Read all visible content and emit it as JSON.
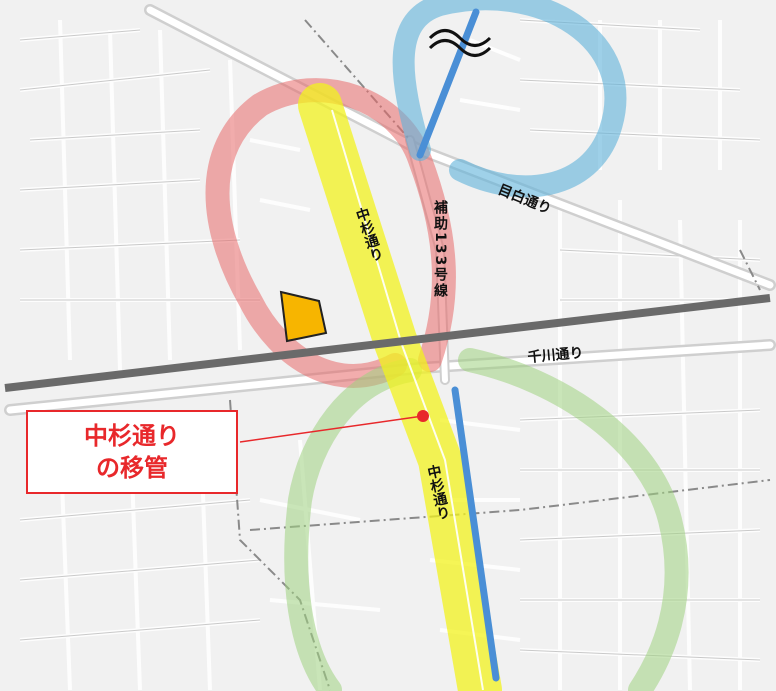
{
  "labels": {
    "mejiro": "目白通り",
    "nakasugi_upper": "中杉通り",
    "hojo133": "補助133号線",
    "senkawa": "千川通り",
    "nakasugi_lower": "中杉通り"
  },
  "callout": {
    "line1": "中杉通り",
    "line2": "の移管"
  },
  "colors": {
    "yellow_route": "#f2f21e",
    "red_ring": "#e86a6a",
    "blue_ring": "#5fb2da",
    "green_ring": "#9fd27f",
    "blue_line": "#4a8fd6",
    "rail": "#6a6a6a",
    "callout_red": "#e8282b",
    "orange_marker": "#f7b500"
  }
}
